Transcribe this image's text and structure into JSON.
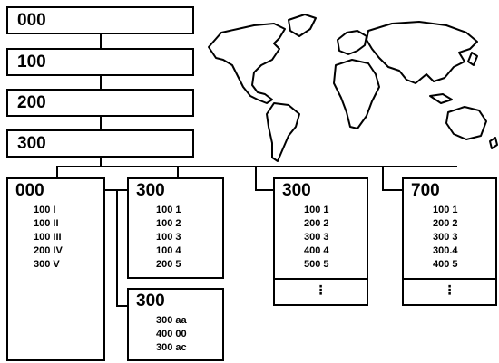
{
  "hierarchy": [
    "000",
    "100",
    "200",
    "300"
  ],
  "col0": {
    "heading": "000",
    "items": [
      "100 I",
      "100 II",
      "100 III",
      "200 IV",
      "300 V"
    ]
  },
  "col1": {
    "heading": "300",
    "items": [
      "100 1",
      "100 2",
      "100 3",
      "100 4",
      "200 5"
    ]
  },
  "col1b": {
    "heading": "300",
    "items": [
      "300 aa",
      "400 00",
      "300 ac"
    ]
  },
  "col2": {
    "heading": "300",
    "items": [
      "100 1",
      "200 2",
      "300 3",
      "400 4",
      "500 5"
    ],
    "more": "⋮"
  },
  "col3": {
    "heading": "700",
    "items": [
      "100 1",
      "200 2",
      "300 3",
      "300.4",
      "400 5"
    ],
    "more": "⋮"
  },
  "colors": {
    "line": "#000000",
    "background": "#ffffff"
  }
}
